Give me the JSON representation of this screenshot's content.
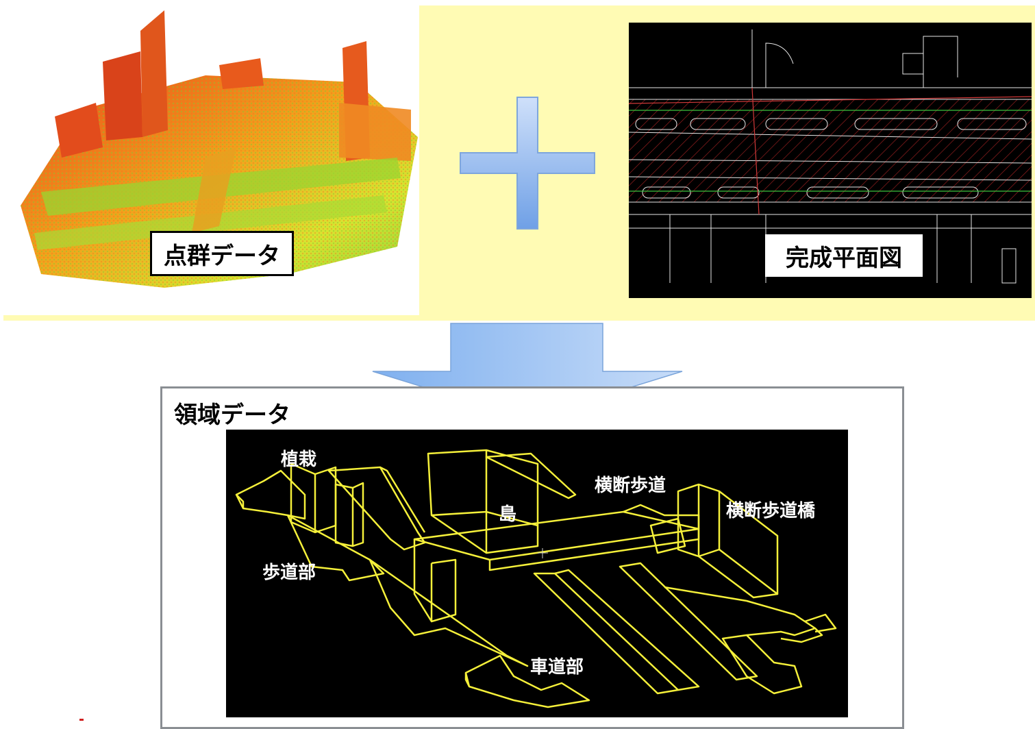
{
  "labels": {
    "point_cloud": "点群データ",
    "plan_drawing": "完成平面図",
    "region_title": "領域データ"
  },
  "areas": {
    "planting": "植栽",
    "crosswalk": "横断歩道",
    "island": "島",
    "pedestrian_bridge": "横断歩道橋",
    "sidewalk": "歩道部",
    "roadway": "車道部"
  },
  "colors": {
    "yellow_panel": "#fffbb4",
    "arrow_blue": "#8fb8f0",
    "wireframe": "#f5f03a",
    "canvas": "#000000"
  }
}
